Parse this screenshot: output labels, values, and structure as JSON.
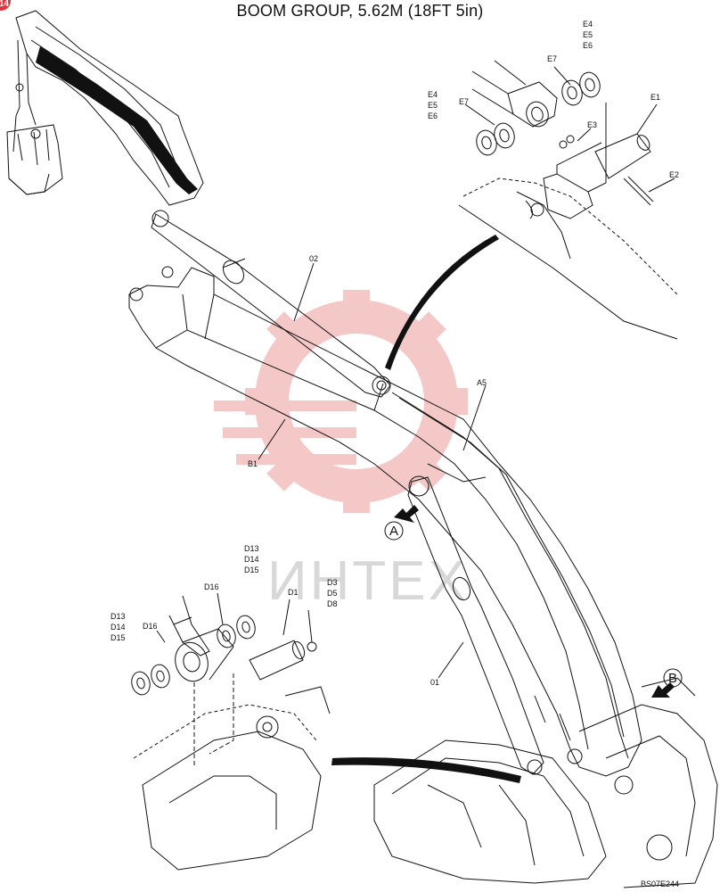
{
  "page": {
    "title": "BOOM GROUP, 5.62M (18FT 5in)",
    "badge": "14",
    "doc_code": "BS07E244",
    "watermark": "ИНТЕХ"
  },
  "callouts": {
    "part_02": "02",
    "part_01": "01",
    "part_a5": "A5",
    "part_b1": "B1",
    "view_a": "A",
    "view_b": "B",
    "detail_upper": {
      "e4": "E4",
      "e5": "E5",
      "e6": "E6",
      "e4b": "E4",
      "e5b": "E5",
      "e6b": "E6",
      "e7": "E7",
      "e7b": "E7",
      "e3": "E3",
      "e1": "E1",
      "e2": "E2"
    },
    "detail_lower": {
      "d13": "D13",
      "d14": "D14",
      "d15": "D15",
      "d13b": "D13",
      "d14b": "D14",
      "d15b": "D15",
      "d16": "D16",
      "d16b": "D16",
      "d1": "D1",
      "d3": "D3",
      "d5": "D5",
      "d8": "D8"
    }
  },
  "colors": {
    "line": "#111111",
    "watermark_gear": "#f2b6b6",
    "watermark_text": "#d8d8d8",
    "badge": "#e8323c"
  }
}
